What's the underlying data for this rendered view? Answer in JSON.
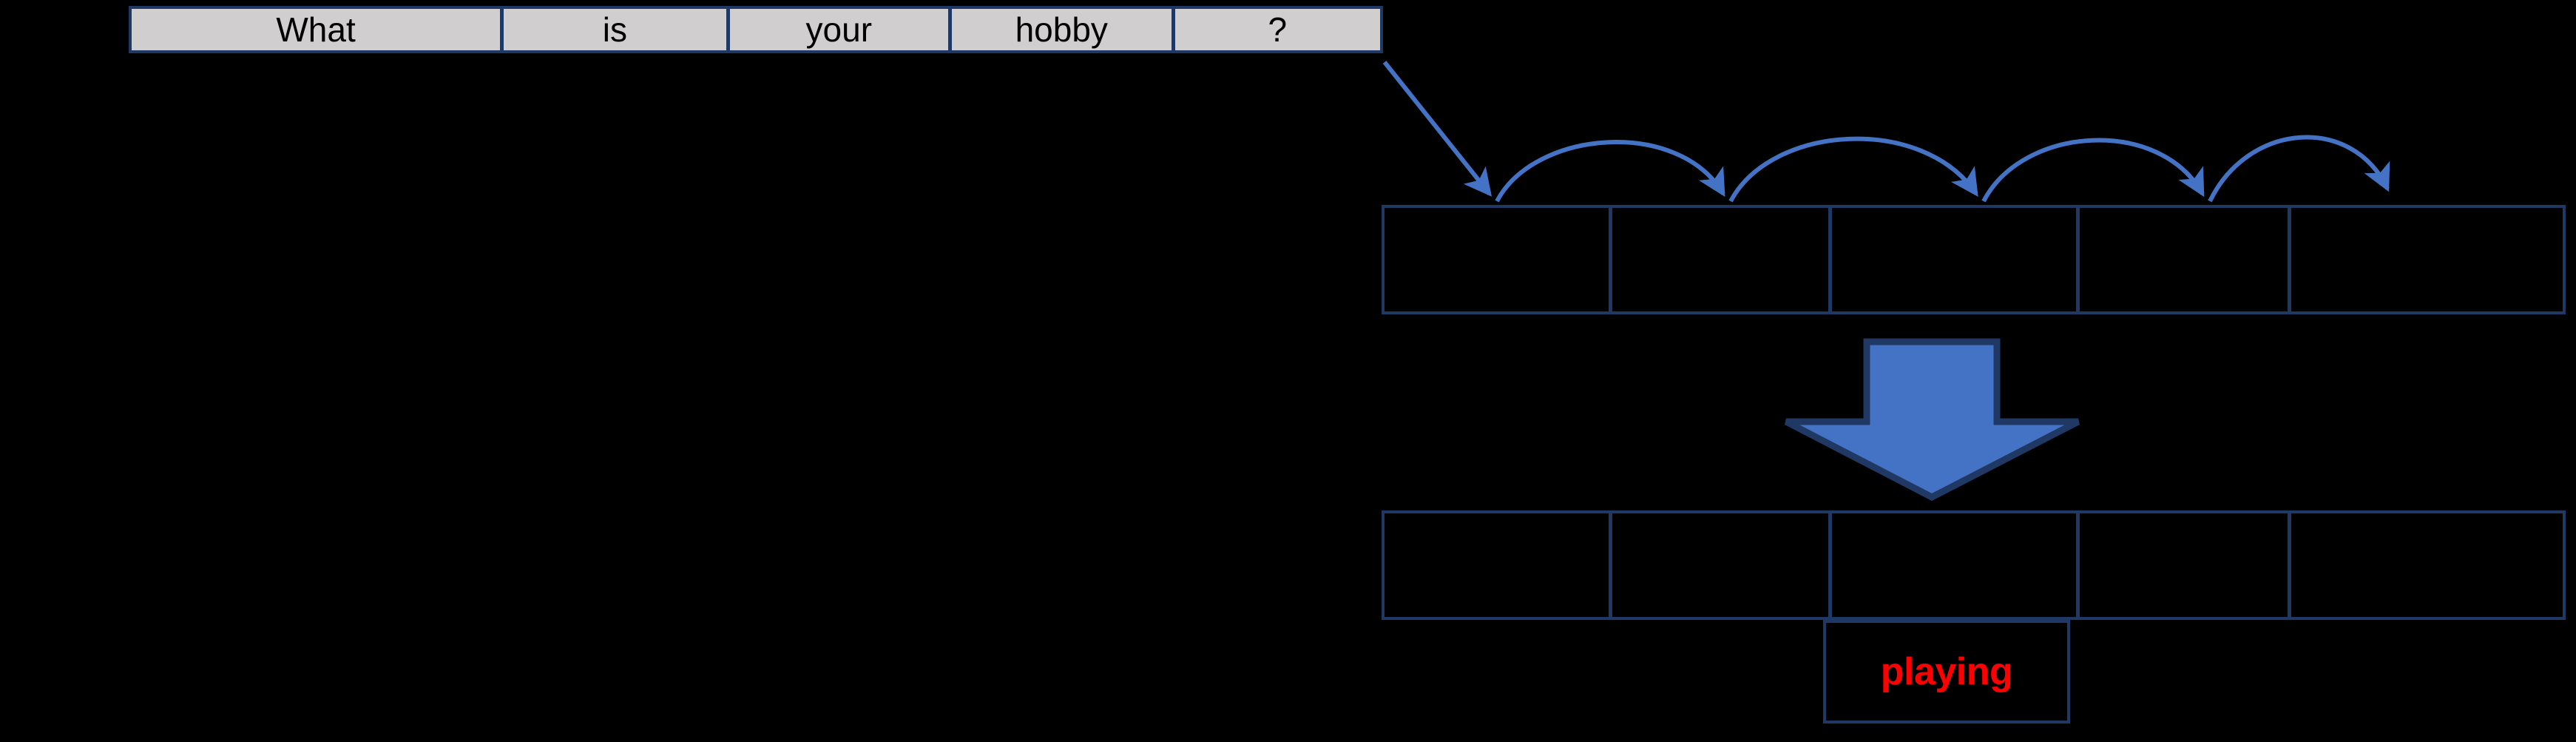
{
  "diagram": {
    "title": "Sequence-to-sequence decoding step",
    "colors": {
      "background": "#000000",
      "cell_border": "#1F3864",
      "source_cell_fill": "#D0CECE",
      "arrow_blue": "#4472C4",
      "arrow_outline": "#1F3864",
      "output_text": "#FF0000"
    },
    "source_row": {
      "name": "input-sentence",
      "cells": [
        {
          "text": "What"
        },
        {
          "text": "is"
        },
        {
          "text": "your"
        },
        {
          "text": "hobby"
        },
        {
          "text": "?"
        }
      ]
    },
    "encoder_row": {
      "name": "encoder-states",
      "cells": [
        {
          "text": ""
        },
        {
          "text": ""
        },
        {
          "text": ""
        },
        {
          "text": ""
        },
        {
          "text": ""
        }
      ]
    },
    "decoder_row": {
      "name": "decoder-states",
      "cells": [
        {
          "text": ""
        },
        {
          "text": ""
        },
        {
          "text": ""
        },
        {
          "text": ""
        },
        {
          "text": ""
        }
      ]
    },
    "output_cell": {
      "name": "predicted-token",
      "text": "playing"
    },
    "arrows": {
      "feed_arrow_label": "",
      "transition_arrow_label": "",
      "count_arcs": 4
    }
  }
}
